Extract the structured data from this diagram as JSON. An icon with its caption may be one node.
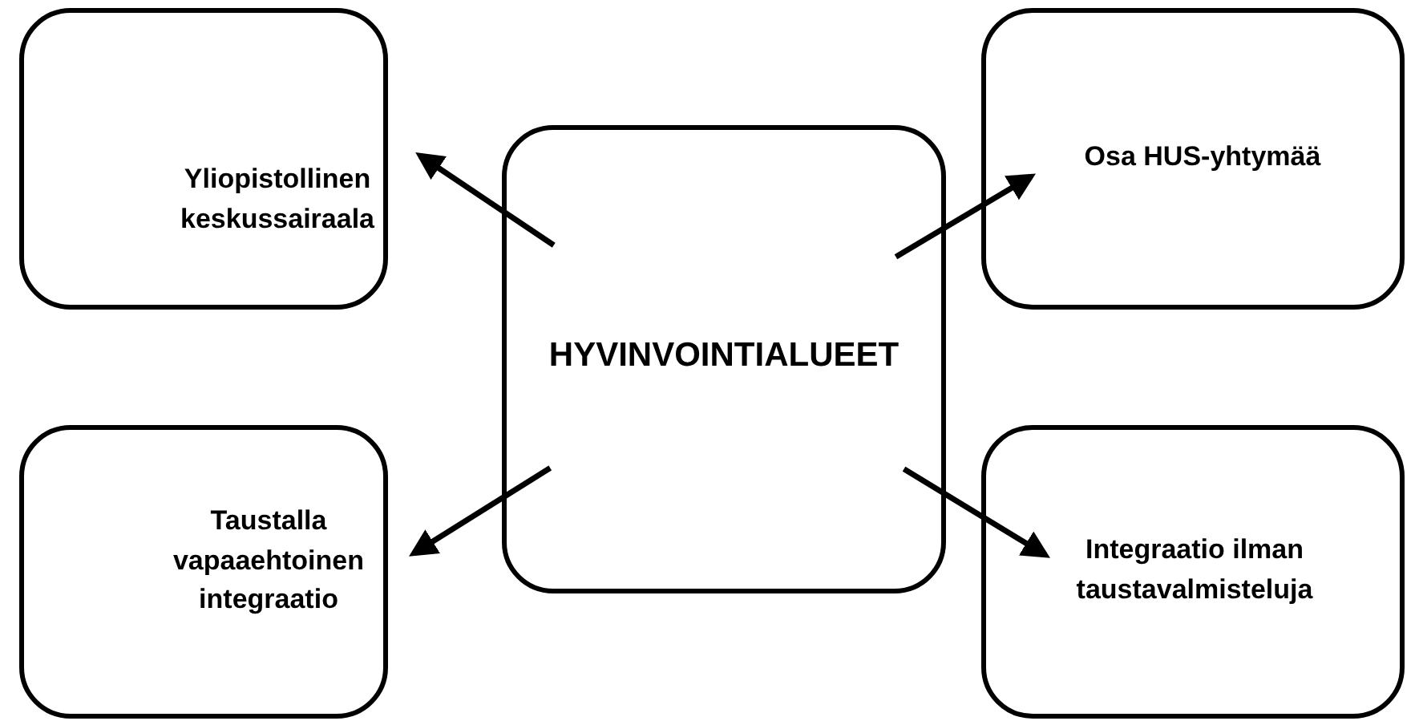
{
  "diagram": {
    "nodes": [
      {
        "text": [
          "Yliopistollinen keskussairaala"
        ]
      },
      {
        "text": [
          "Osa HUS-yhtymää"
        ]
      },
      {
        "text": [
          "HYVINVOINTIALUEET"
        ]
      },
      {
        "text": [
          "Taustalla vapaaehtoinen integraatio"
        ]
      },
      {
        "text": [
          "Integraatio ilman taustavalmisteluja"
        ]
      }
    ],
    "edges": [
      {
        "from": 2,
        "to": 0,
        "arrow": "to"
      },
      {
        "from": 2,
        "to": 1,
        "arrow": "to"
      },
      {
        "from": 2,
        "to": 3,
        "arrow": "to"
      },
      {
        "from": 2,
        "to": 4,
        "arrow": "to"
      }
    ]
  }
}
